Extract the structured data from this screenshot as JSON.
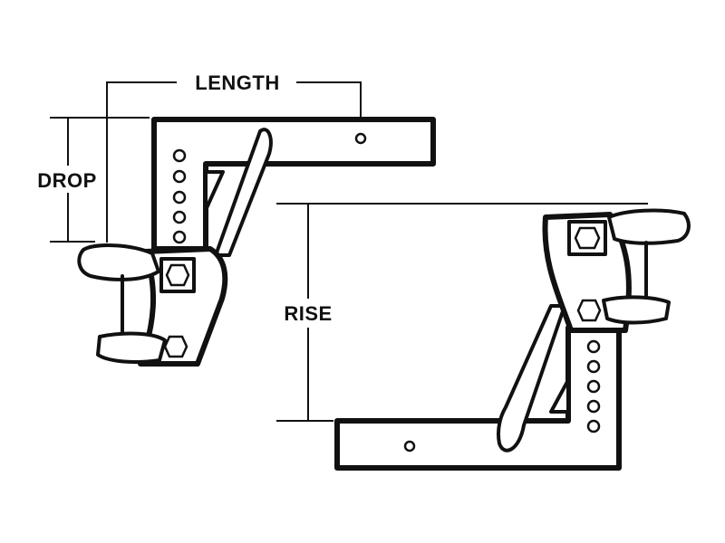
{
  "labels": {
    "length": "LENGTH",
    "drop": "DROP",
    "rise": "RISE"
  },
  "colors": {
    "line": "#111111",
    "background": "#ffffff"
  }
}
